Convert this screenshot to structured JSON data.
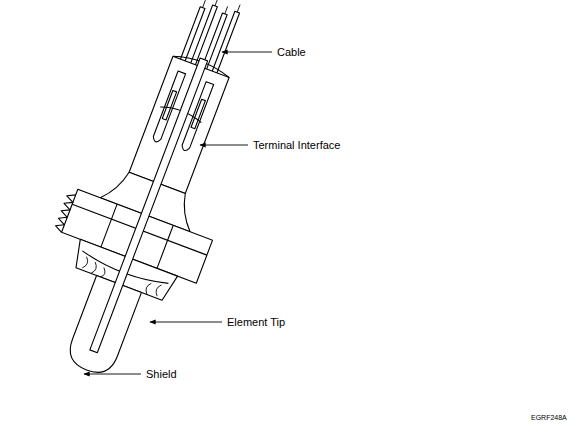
{
  "diagram": {
    "labels": [
      "Cable",
      "Terminal Interface",
      "Element Tip",
      "Shield",
      "EGRF248A"
    ]
  }
}
